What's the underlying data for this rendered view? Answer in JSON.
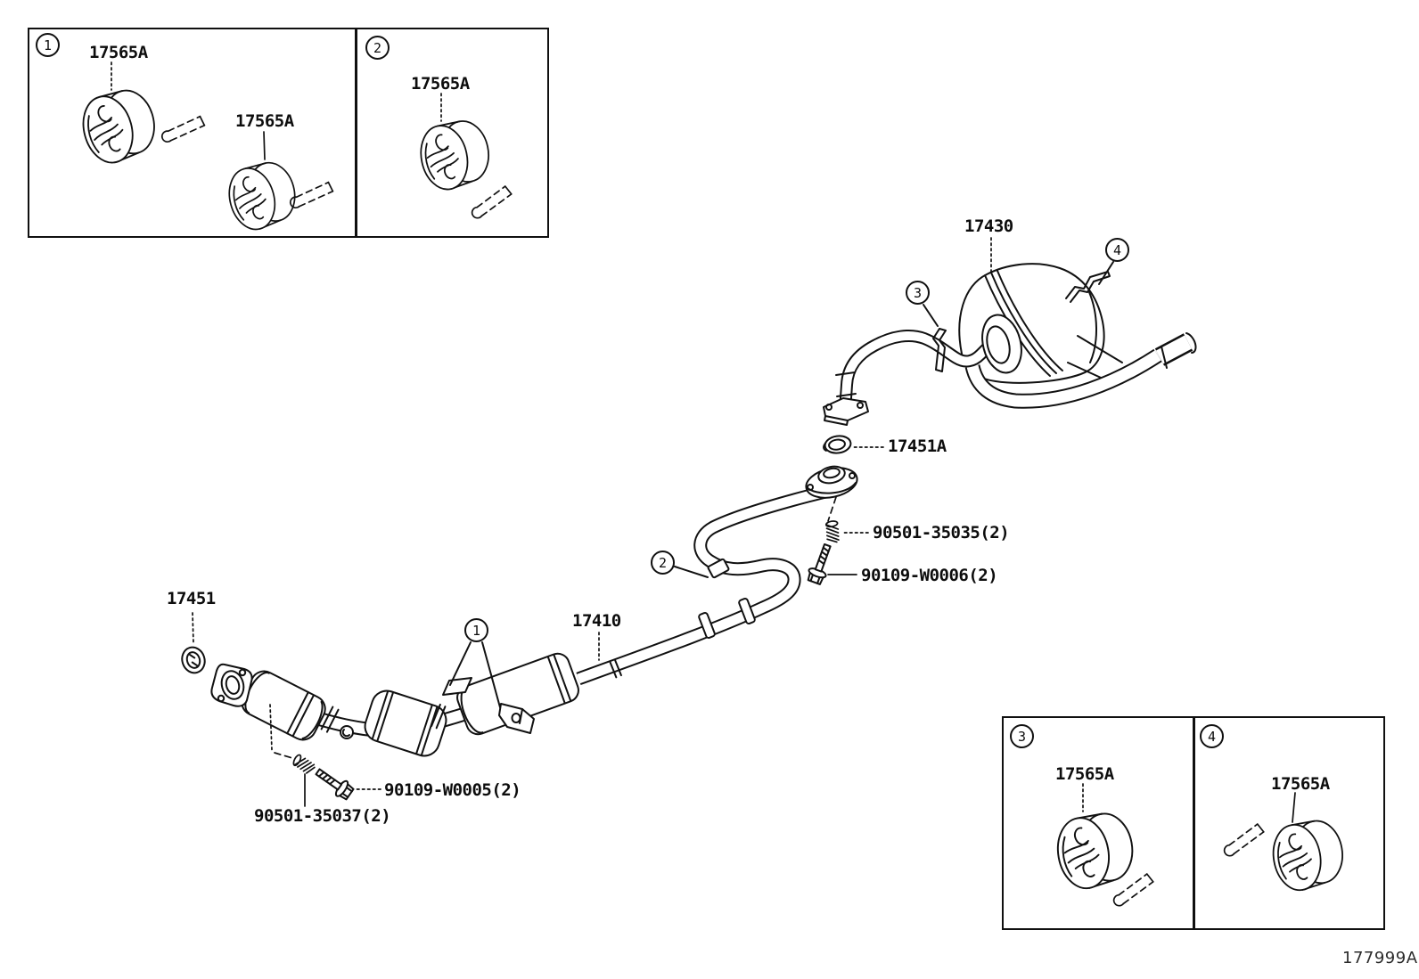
{
  "diagram_code": "177999A",
  "colors": {
    "line": "#000000",
    "background": "#ffffff"
  },
  "inset_top_left": {
    "cell1": {
      "callout": "1",
      "part_label_a": "17565A",
      "part_label_b": "17565A"
    },
    "cell2": {
      "callout": "2",
      "part_label": "17565A"
    }
  },
  "inset_bottom_right": {
    "cell3": {
      "callout": "3",
      "part_label": "17565A"
    },
    "cell4": {
      "callout": "4",
      "part_label": "17565A"
    }
  },
  "main_diagram": {
    "callout_1": "1",
    "callout_2": "2",
    "callout_3": "3",
    "callout_4": "4",
    "muffler_label": "17430",
    "rear_gasket_label": "17451A",
    "rear_spring_label": "90501-35035(2)",
    "rear_bolt_label": "90109-W0006(2)",
    "front_gasket_label": "17451",
    "front_pipe_label": "17410",
    "front_bolt_label": "90109-W0005(2)",
    "front_spring_label": "90501-35037(2)"
  }
}
